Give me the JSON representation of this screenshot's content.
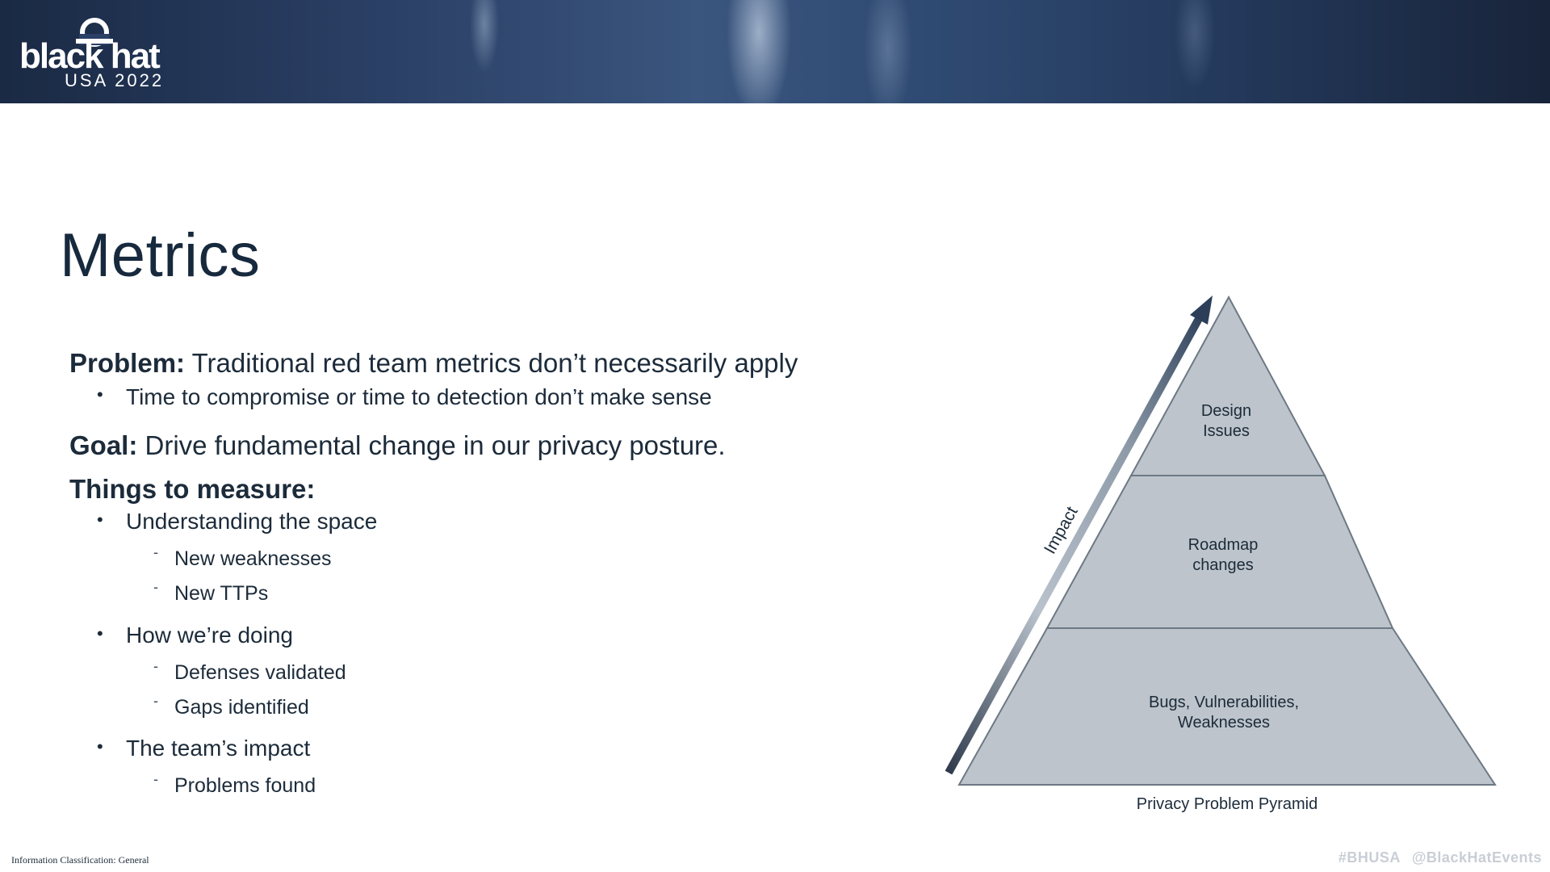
{
  "header": {
    "logo_word": "black hat",
    "logo_sub": "USA 2022"
  },
  "slide": {
    "title": "Metrics",
    "problem_label": "Problem:",
    "problem_text": " Traditional red team metrics don’t necessarily apply",
    "problem_bullet": "Time to compromise or time to detection don’t make sense",
    "goal_label": "Goal:",
    "goal_text": " Drive fundamental change in our privacy posture.",
    "measure_label": "Things to measure:",
    "measures": [
      {
        "label": "Understanding the space",
        "subs": [
          "New weaknesses",
          "New TTPs"
        ]
      },
      {
        "label": "How we’re doing",
        "subs": [
          "Defenses validated",
          "Gaps identified"
        ]
      },
      {
        "label": "The team’s impact",
        "subs": [
          "Problems found"
        ]
      }
    ]
  },
  "pyramid": {
    "tiers": [
      {
        "line1": "Design",
        "line2": "Issues"
      },
      {
        "line1": "Roadmap",
        "line2": "changes"
      },
      {
        "line1": "Bugs, Vulnerabilities,",
        "line2": "Weaknesses"
      }
    ],
    "arrow_label": "Impact",
    "caption": "Privacy Problem Pyramid",
    "fill_color": "#bdc4cb",
    "edge_color": "#6d7984"
  },
  "footer": {
    "classification": "Information Classification: General",
    "hashtag": "#BHUSA",
    "handle": "@BlackHatEvents"
  }
}
